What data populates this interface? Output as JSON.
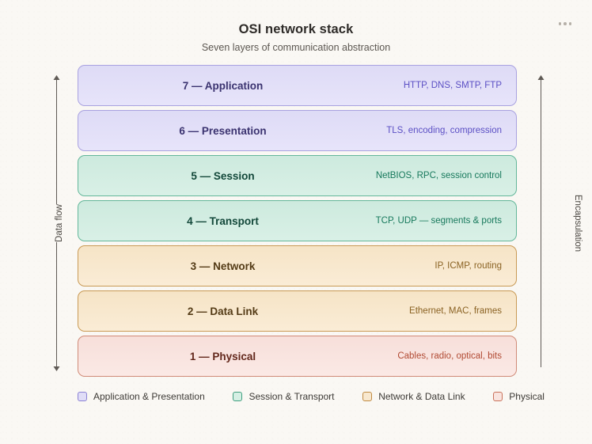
{
  "header": {
    "title": "OSI network stack",
    "subtitle": "Seven layers of communication abstraction",
    "menu_icon": "kebab-menu-icon"
  },
  "annotations": {
    "left": {
      "label": "Data flow",
      "arrow": "double-headed-vertical-arrow"
    },
    "right": {
      "label": "Encapsulation",
      "arrow": "up-arrow"
    }
  },
  "layers": [
    {
      "number": "7",
      "name": "7 — Application",
      "detail": "HTTP, DNS, SMTP, FTP",
      "family": "fam-purple",
      "fill": "#e3e0f8",
      "border": "#a9a2e0"
    },
    {
      "number": "6",
      "name": "6 — Presentation",
      "detail": "TLS, encoding, compression",
      "family": "fam-purple",
      "fill": "#e7e4fa",
      "border": "#a9a2e0"
    },
    {
      "number": "5",
      "name": "5 — Session",
      "detail": "NetBIOS, RPC, session control",
      "family": "fam-teal",
      "fill": "#d4eee2",
      "border": "#63b79a"
    },
    {
      "number": "4",
      "name": "4 — Transport",
      "detail": "TCP, UDP — segments & ports",
      "family": "fam-teal",
      "fill": "#d7f0e5",
      "border": "#63b79a"
    },
    {
      "number": "3",
      "name": "3 — Network",
      "detail": "IP, ICMP, routing",
      "family": "fam-amber",
      "fill": "#f8e8cf",
      "border": "#c99a55"
    },
    {
      "number": "2",
      "name": "2 — Data Link",
      "detail": "Ethernet, MAC, frames",
      "family": "fam-amber",
      "fill": "#faecd6",
      "border": "#c99a55"
    },
    {
      "number": "1",
      "name": "1 — Physical",
      "detail": "Cables, radio, optical, bits",
      "family": "fam-red",
      "fill": "#f9e4df",
      "border": "#d08b78"
    }
  ],
  "legend": [
    {
      "label": "Application & Presentation",
      "fill": "#e0ddf7",
      "border": "#8b81d4"
    },
    {
      "label": "Session & Transport",
      "fill": "#d5efe4",
      "border": "#3f9e7e"
    },
    {
      "label": "Network & Data Link",
      "fill": "#f8e8cf",
      "border": "#c08a41"
    },
    {
      "label": "Physical",
      "fill": "#f9e4df",
      "border": "#c9715a"
    }
  ]
}
